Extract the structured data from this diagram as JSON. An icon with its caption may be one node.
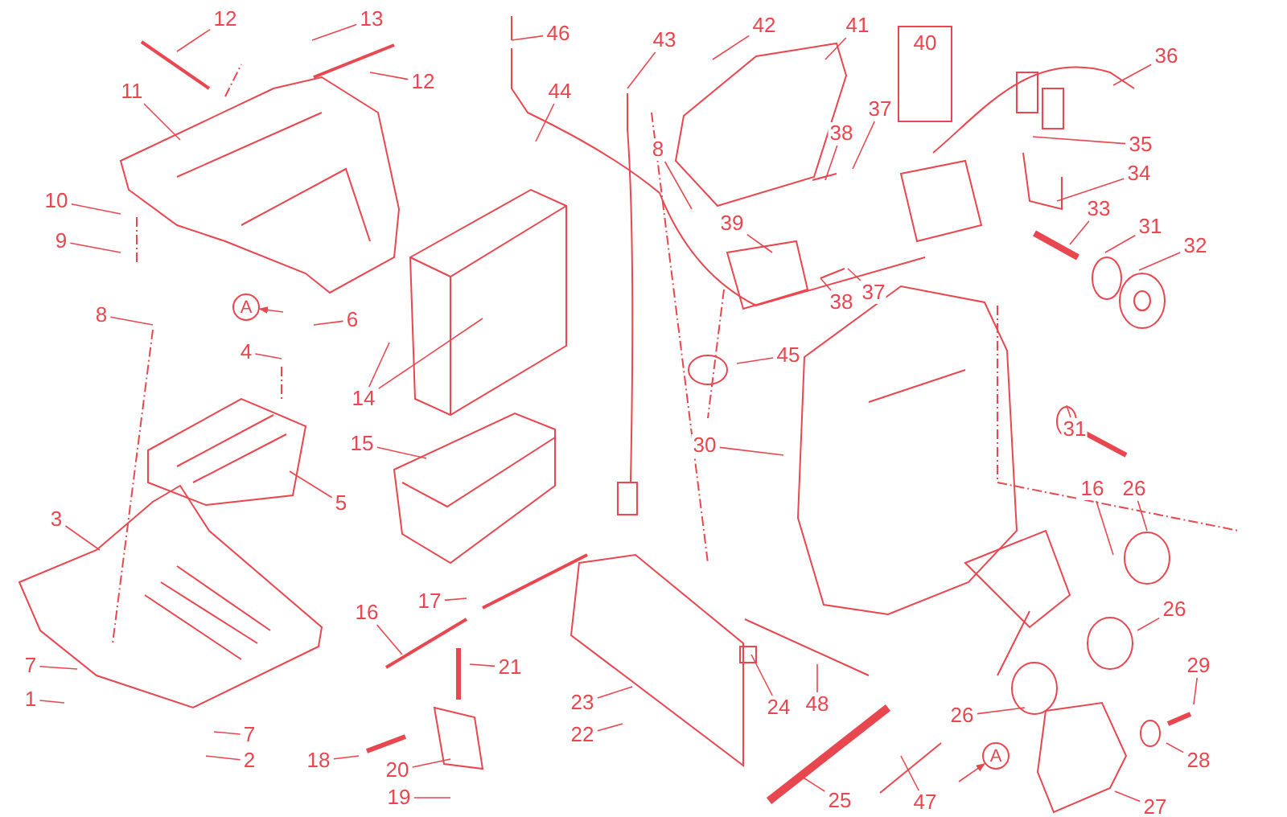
{
  "diagram": {
    "nodes": [
      {
        "text": [
          "12"
        ]
      },
      {
        "text": [
          "13"
        ]
      },
      {
        "text": [
          "46"
        ]
      },
      {
        "text": [
          "43"
        ]
      },
      {
        "text": [
          "42"
        ]
      },
      {
        "text": [
          "41"
        ]
      },
      {
        "text": [
          "40"
        ]
      },
      {
        "text": [
          "36"
        ]
      },
      {
        "text": [
          "12"
        ]
      },
      {
        "text": [
          "11"
        ]
      },
      {
        "text": [
          "44"
        ]
      },
      {
        "text": [
          "37"
        ]
      },
      {
        "text": [
          "38"
        ]
      },
      {
        "text": [
          "35"
        ]
      },
      {
        "text": [
          "8"
        ]
      },
      {
        "text": [
          "34"
        ]
      },
      {
        "text": [
          "10"
        ]
      },
      {
        "text": [
          "33"
        ]
      },
      {
        "text": [
          "39"
        ]
      },
      {
        "text": [
          "31"
        ]
      },
      {
        "text": [
          "9"
        ]
      },
      {
        "text": [
          "32"
        ]
      },
      {
        "text": [
          "37"
        ]
      },
      {
        "text": [
          "38"
        ]
      },
      {
        "text": [
          "A"
        ]
      },
      {
        "text": [
          "8"
        ]
      },
      {
        "text": [
          "6"
        ]
      },
      {
        "text": [
          "4"
        ]
      },
      {
        "text": [
          "45"
        ]
      },
      {
        "text": [
          "14"
        ]
      },
      {
        "text": [
          "31"
        ]
      },
      {
        "text": [
          "15"
        ]
      },
      {
        "text": [
          "30"
        ]
      },
      {
        "text": [
          "26"
        ]
      },
      {
        "text": [
          "16"
        ]
      },
      {
        "text": [
          "5"
        ]
      },
      {
        "text": [
          "3"
        ]
      },
      {
        "text": [
          "17"
        ]
      },
      {
        "text": [
          "26"
        ]
      },
      {
        "text": [
          "16"
        ]
      },
      {
        "text": [
          "7"
        ]
      },
      {
        "text": [
          "29"
        ]
      },
      {
        "text": [
          "21"
        ]
      },
      {
        "text": [
          "1"
        ]
      },
      {
        "text": [
          "23"
        ]
      },
      {
        "text": [
          "24"
        ]
      },
      {
        "text": [
          "48"
        ]
      },
      {
        "text": [
          "26"
        ]
      },
      {
        "text": [
          "22"
        ]
      },
      {
        "text": [
          "7"
        ]
      },
      {
        "text": [
          "A"
        ]
      },
      {
        "text": [
          "28"
        ]
      },
      {
        "text": [
          "2"
        ]
      },
      {
        "text": [
          "18"
        ]
      },
      {
        "text": [
          "20"
        ]
      },
      {
        "text": [
          "19"
        ]
      },
      {
        "text": [
          "25"
        ]
      },
      {
        "text": [
          "47"
        ]
      },
      {
        "text": [
          "27"
        ]
      }
    ],
    "edges": [
      {
        "from": 0,
        "to": null,
        "arrow": "none"
      },
      {
        "from": 1,
        "to": null,
        "arrow": "none"
      },
      {
        "from": 2,
        "to": null,
        "arrow": "none"
      },
      {
        "from": 3,
        "to": null,
        "arrow": "none"
      },
      {
        "from": 4,
        "to": null,
        "arrow": "none"
      },
      {
        "from": 5,
        "to": null,
        "arrow": "none"
      },
      {
        "from": 7,
        "to": null,
        "arrow": "none"
      },
      {
        "from": 8,
        "to": null,
        "arrow": "none"
      },
      {
        "from": 9,
        "to": null,
        "arrow": "none"
      },
      {
        "from": 10,
        "to": null,
        "arrow": "none"
      },
      {
        "from": 11,
        "to": null,
        "arrow": "none"
      },
      {
        "from": 12,
        "to": null,
        "arrow": "none"
      },
      {
        "from": 13,
        "to": null,
        "arrow": "none"
      },
      {
        "from": 14,
        "to": null,
        "arrow": "none"
      },
      {
        "from": 15,
        "to": null,
        "arrow": "none"
      },
      {
        "from": 16,
        "to": null,
        "arrow": "none"
      },
      {
        "from": 17,
        "to": null,
        "arrow": "none"
      },
      {
        "from": 18,
        "to": null,
        "arrow": "none"
      },
      {
        "from": 19,
        "to": null,
        "arrow": "none"
      },
      {
        "from": 20,
        "to": null,
        "arrow": "none"
      },
      {
        "from": 21,
        "to": null,
        "arrow": "none"
      },
      {
        "from": 22,
        "to": null,
        "arrow": "none"
      },
      {
        "from": 23,
        "to": null,
        "arrow": "none"
      },
      {
        "from": null,
        "to": 24,
        "arrow": "to"
      },
      {
        "from": 25,
        "to": null,
        "arrow": "none"
      },
      {
        "from": 26,
        "to": null,
        "arrow": "none"
      },
      {
        "from": 27,
        "to": null,
        "arrow": "none"
      },
      {
        "from": 28,
        "to": null,
        "arrow": "none"
      },
      {
        "from": 29,
        "to": null,
        "arrow": "none"
      },
      {
        "from": 29,
        "to": null,
        "arrow": "none"
      },
      {
        "from": 30,
        "to": null,
        "arrow": "none"
      },
      {
        "from": 31,
        "to": null,
        "arrow": "none"
      },
      {
        "from": 32,
        "to": null,
        "arrow": "none"
      },
      {
        "from": 33,
        "to": null,
        "arrow": "none"
      },
      {
        "from": 34,
        "to": null,
        "arrow": "none"
      },
      {
        "from": 35,
        "to": null,
        "arrow": "none"
      },
      {
        "from": 36,
        "to": null,
        "arrow": "none"
      },
      {
        "from": 37,
        "to": null,
        "arrow": "none"
      },
      {
        "from": 38,
        "to": null,
        "arrow": "none"
      },
      {
        "from": 39,
        "to": null,
        "arrow": "none"
      },
      {
        "from": 40,
        "to": null,
        "arrow": "none"
      },
      {
        "from": 41,
        "to": null,
        "arrow": "none"
      },
      {
        "from": 42,
        "to": null,
        "arrow": "none"
      },
      {
        "from": 43,
        "to": null,
        "arrow": "none"
      },
      {
        "from": 44,
        "to": null,
        "arrow": "none"
      },
      {
        "from": 45,
        "to": null,
        "arrow": "none"
      },
      {
        "from": 46,
        "to": null,
        "arrow": "none"
      },
      {
        "from": 47,
        "to": null,
        "arrow": "none"
      },
      {
        "from": 48,
        "to": null,
        "arrow": "none"
      },
      {
        "from": 49,
        "to": null,
        "arrow": "none"
      },
      {
        "from": null,
        "to": 50,
        "arrow": "to"
      },
      {
        "from": 51,
        "to": null,
        "arrow": "none"
      },
      {
        "from": 52,
        "to": null,
        "arrow": "none"
      },
      {
        "from": 53,
        "to": null,
        "arrow": "none"
      },
      {
        "from": 54,
        "to": null,
        "arrow": "none"
      },
      {
        "from": 55,
        "to": null,
        "arrow": "none"
      },
      {
        "from": 56,
        "to": null,
        "arrow": "none"
      },
      {
        "from": 57,
        "to": null,
        "arrow": "none"
      },
      {
        "from": 58,
        "to": null,
        "arrow": "none"
      }
    ]
  }
}
